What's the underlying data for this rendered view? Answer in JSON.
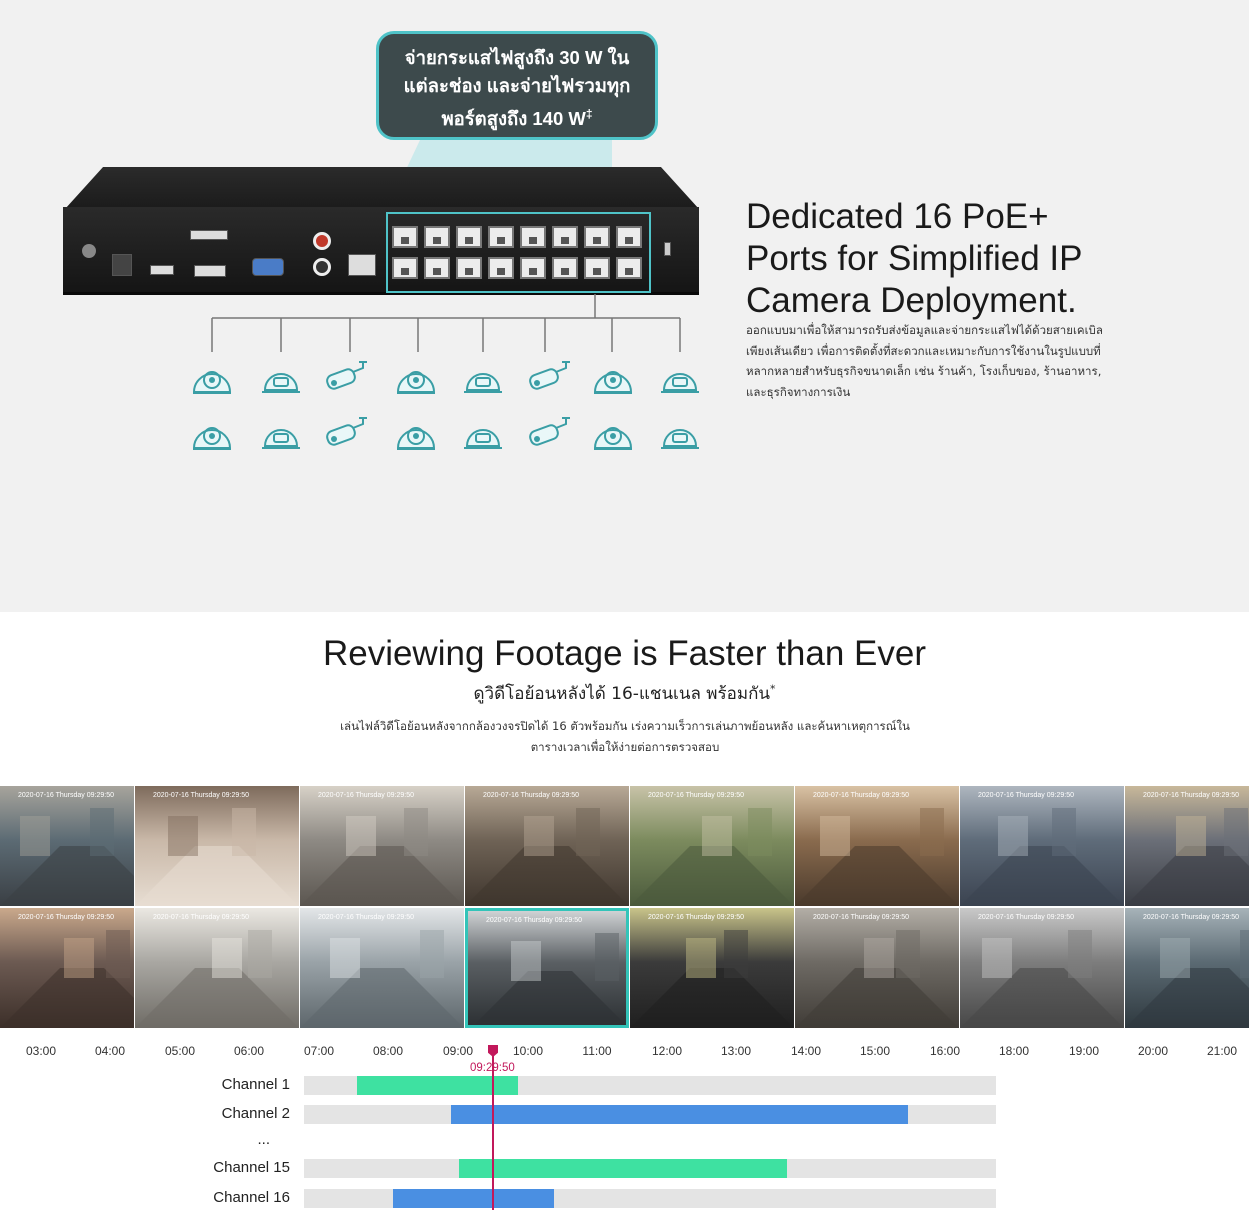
{
  "feature_one": {
    "callout_text": "จ่ายกระแสไฟสูงถึง 30 W ใน แต่ละช่อง และจ่ายไฟรวมทุก พอร์ตสูงถึง 140 W",
    "callout_line1": "จ่ายกระแสไฟสูงถึง 30 W ใน",
    "callout_line2": "แต่ละช่อง และจ่ายไฟรวมทุก",
    "callout_line3": "พอร์ตสูงถึง 140 W",
    "callout_mark": "‡",
    "title_line1": "Dedicated 16 PoE+",
    "title_line2": "Ports for Simplified IP",
    "title_line3": "Camera Deployment.",
    "description": "ออกแบบมาเพื่อให้สามารถรับส่งข้อมูลและจ่ายกระแสไฟได้ด้วยสายเคเบิลเพียงเส้นเดียว เพื่อการติดตั้งที่สะดวกและเหมาะกับการใช้งานในรูปแบบที่หลากหลายสำหรับธุรกิจขนาดเล็ก เช่น ร้านค้า, โรงเก็บของ, ร้านอาหาร, และธุรกิจทางการเงิน"
  },
  "feature_two": {
    "title": "Reviewing Footage is Faster than Ever",
    "subtitle": "ดูวิดีโอย้อนหลังได้ 16-แชนเนล พร้อมกัน",
    "subtitle_mark": "*",
    "description_line1": "เล่นไฟล์วิดีโอย้อนหลังจากกล้องวงจรปิดได้ 16 ตัวพร้อมกัน เร่งความเร็วการเล่นภาพย้อนหลัง และค้นหาเหตุการณ์ใน",
    "description_line2": "ตารางเวลาเพื่อให้ง่ายต่อการตรวจสอบ"
  },
  "video_grid": {
    "timestamp": "2020-07-16 Thursday 09:29:50",
    "selected_tile": 11
  },
  "timeline": {
    "ticks": [
      "03:00",
      "04:00",
      "05:00",
      "06:00",
      "07:00",
      "08:00",
      "09:00",
      "10:00",
      "11:00",
      "12:00",
      "13:00",
      "14:00",
      "15:00",
      "16:00",
      "18:00",
      "19:00",
      "20:00",
      "21:00"
    ],
    "current_time": "09:29:50",
    "ellipsis": "...",
    "channels": [
      {
        "label": "Channel 1",
        "color": "#3ee1a1"
      },
      {
        "label": "Channel 2",
        "color": "#4a8fe2"
      },
      {
        "label": "Channel 15",
        "color": "#3ee1a1"
      },
      {
        "label": "Channel 16",
        "color": "#4a8fe2"
      }
    ]
  },
  "colors": {
    "accent": "#4fc3c8",
    "playhead": "#c2185b",
    "green_bar": "#3ee1a1",
    "blue_bar": "#4a8fe2"
  }
}
